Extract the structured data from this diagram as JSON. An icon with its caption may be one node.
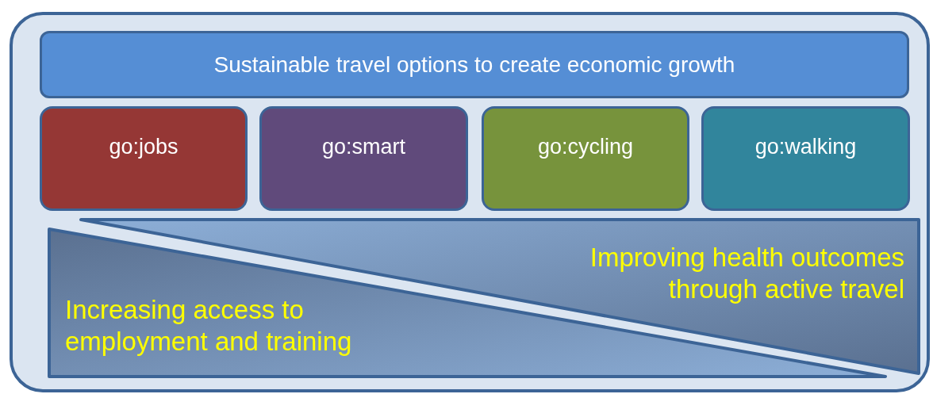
{
  "diagram": {
    "nodes": [
      {
        "text": [],
        "shape": "box"
      },
      {
        "text": [
          "Sustainable travel options to create economic growth"
        ],
        "in": 0
      },
      {
        "text": [
          "go:jobs"
        ],
        "in": 0
      },
      {
        "text": [
          "go:smart"
        ],
        "in": 0
      },
      {
        "text": [
          "go:cycling"
        ],
        "in": 0
      },
      {
        "text": [
          "go:walking"
        ],
        "in": 0
      },
      {
        "text": [
          "Increasing access to employment and training"
        ],
        "in": 0
      },
      {
        "text": [
          "Improving health outcomes through active travel"
        ],
        "in": 0
      }
    ]
  }
}
